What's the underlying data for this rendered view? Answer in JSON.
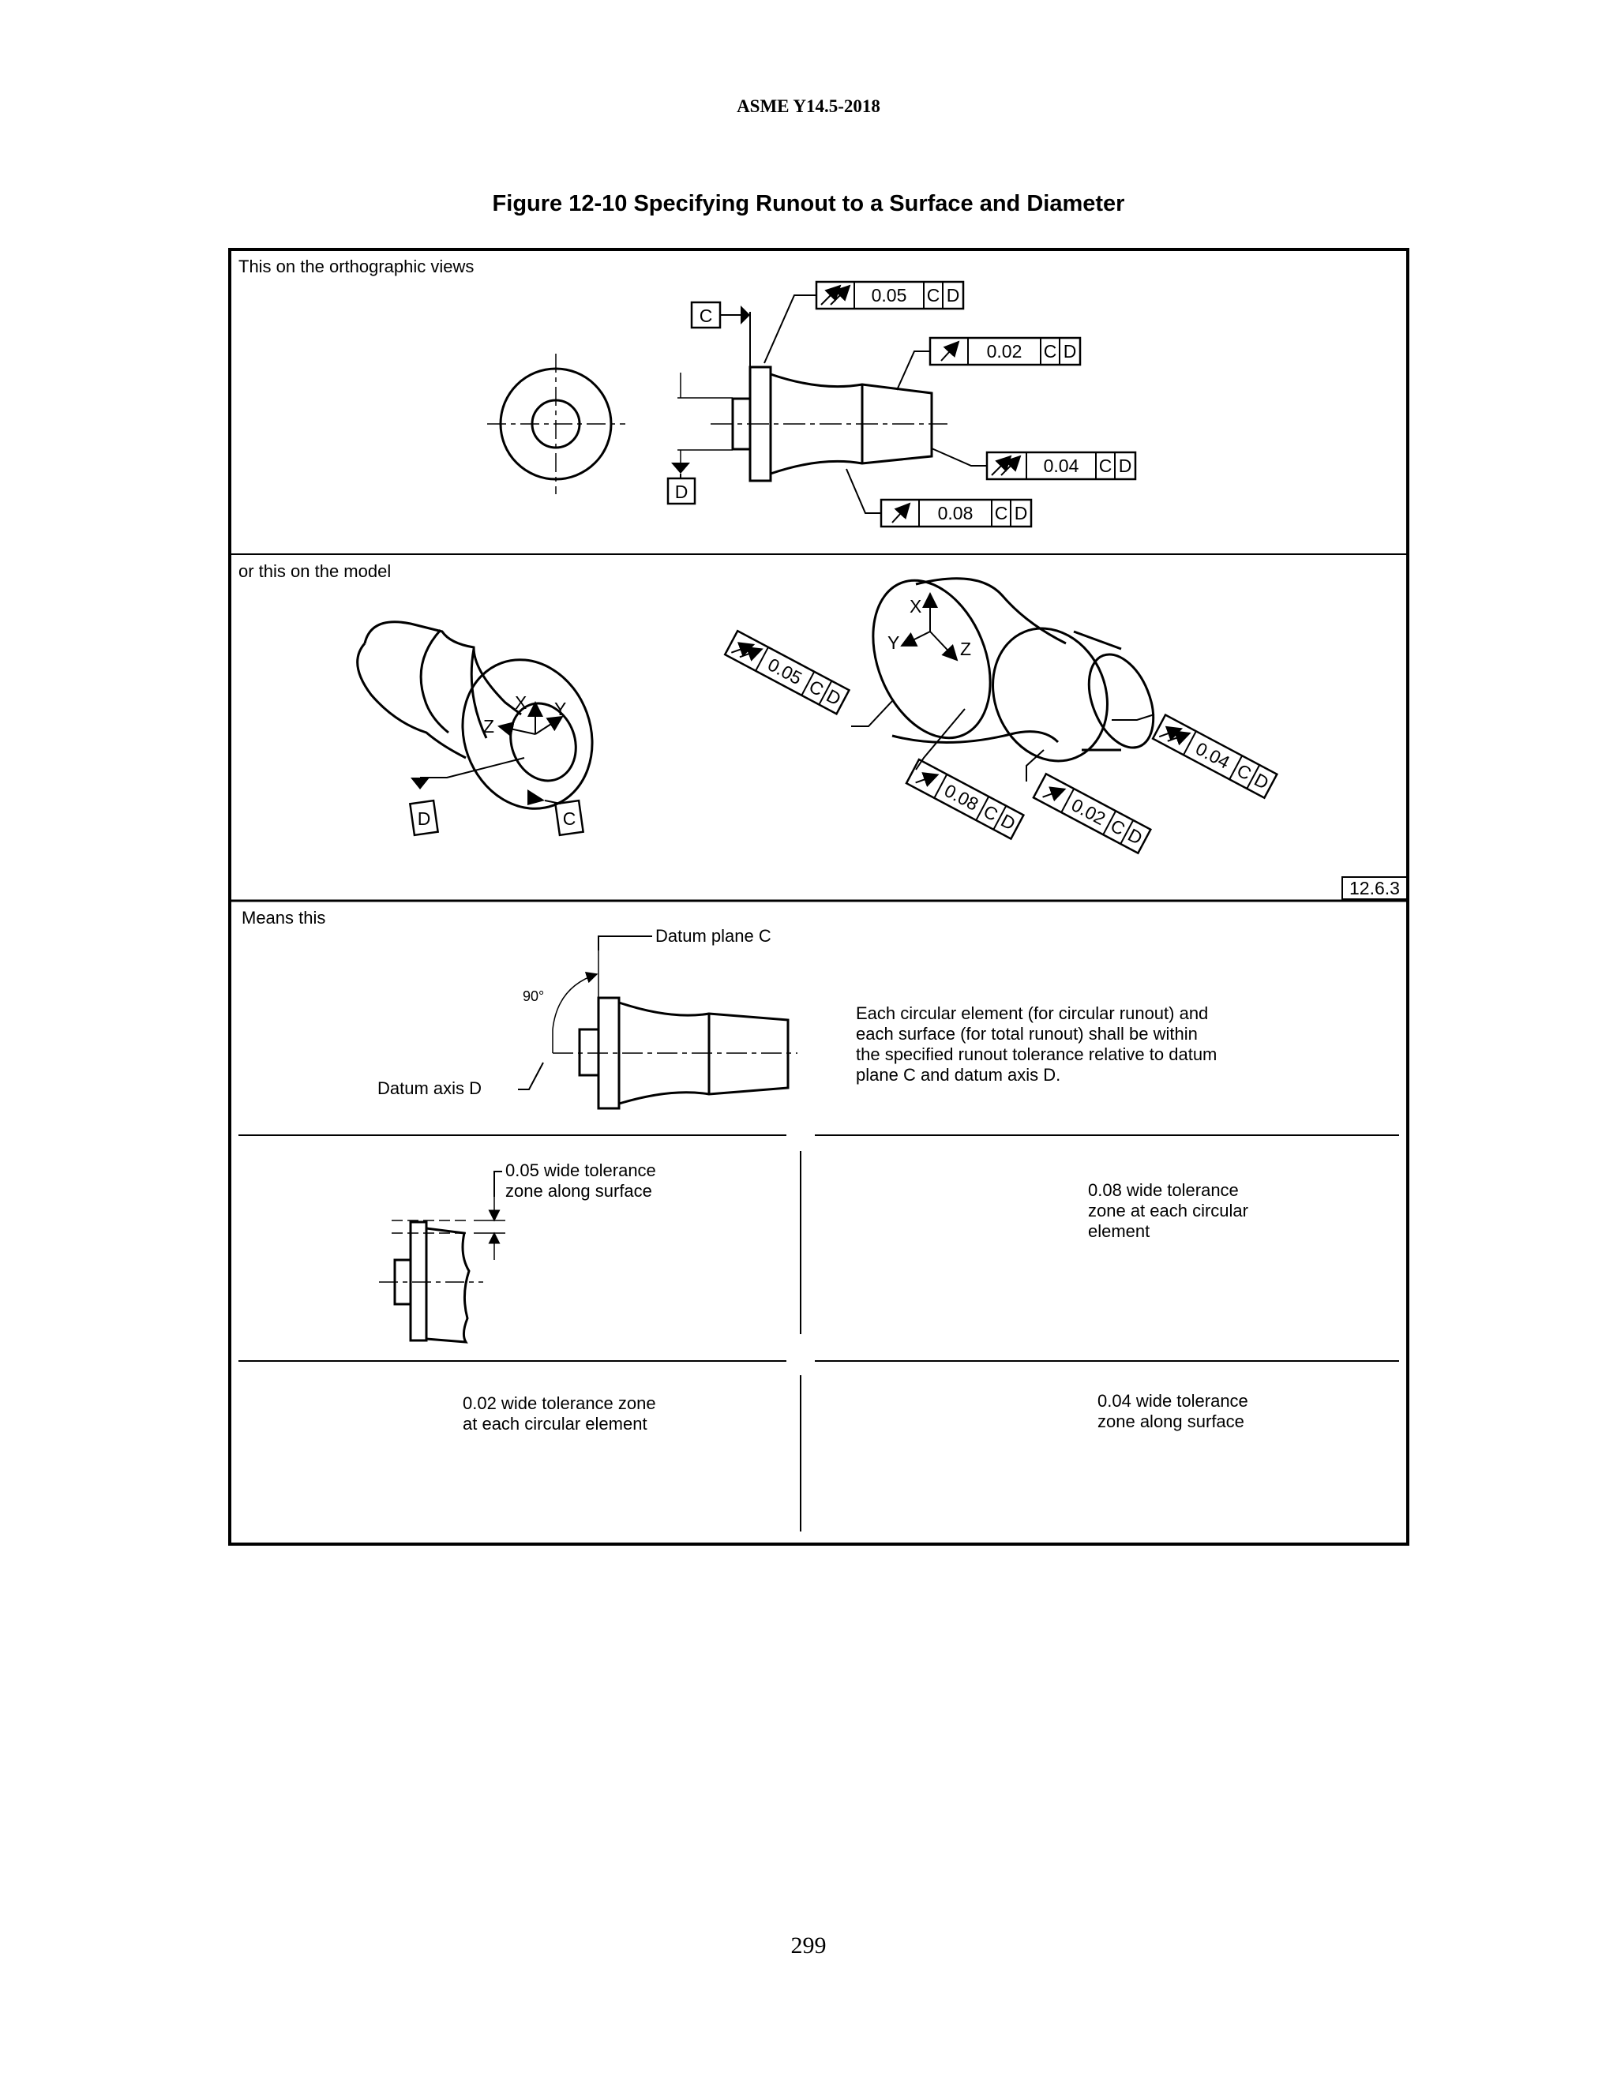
{
  "header": {
    "running_head": "ASME Y14.5-2018"
  },
  "figure": {
    "title": "Figure  12-10 Specifying  Runout  to  a  Surface  and  Diameter"
  },
  "panels": {
    "ortho": {
      "caption": "This  on  the  orthographic  views",
      "datum_c": "C",
      "datum_d": "D",
      "fcf": [
        {
          "symbol": "total-runout",
          "tolerance": "0.05",
          "datums": [
            "C",
            "D"
          ]
        },
        {
          "symbol": "circular-runout",
          "tolerance": "0.02",
          "datums": [
            "C",
            "D"
          ]
        },
        {
          "symbol": "total-runout",
          "tolerance": "0.04",
          "datums": [
            "C",
            "D"
          ]
        },
        {
          "symbol": "circular-runout",
          "tolerance": "0.08",
          "datums": [
            "C",
            "D"
          ]
        }
      ]
    },
    "model": {
      "caption": "or  this  on  the  model",
      "axes": {
        "x": "X",
        "y": "Y",
        "z": "Z"
      },
      "datum_c": "C",
      "datum_d": "D",
      "reference": "12.6.3",
      "fcf": [
        {
          "symbol": "total-runout",
          "tolerance": "0.05",
          "datums": [
            "C",
            "D"
          ]
        },
        {
          "symbol": "circular-runout",
          "tolerance": "0.08",
          "datums": [
            "C",
            "D"
          ]
        },
        {
          "symbol": "circular-runout",
          "tolerance": "0.02",
          "datums": [
            "C",
            "D"
          ]
        },
        {
          "symbol": "total-runout",
          "tolerance": "0.04",
          "datums": [
            "C",
            "D"
          ]
        }
      ]
    },
    "means": {
      "caption": "Means  this",
      "datum_plane_label": "Datum  plane  C",
      "angle_label": "90°",
      "datum_axis_label": "Datum  axis  D",
      "description": "Each  circular  element  (for  circular  runout) and\neach  surface  (for  total  runout)  shall  be  within\nthe  specified  runout  tolerance  relative  to  datum\nplane  C  and  datum  axis  D.",
      "detail_005": "0.05  wide  tolerance\nzone  along  surface",
      "detail_008": "0.08  wide  tolerance\nzone  at  each  circular\nelement",
      "detail_002": "0.02  wide  tolerance  zone\nat  each  circular  element",
      "detail_004": "0.04  wide  tolerance\nzone  along  surface"
    }
  },
  "footer": {
    "page_number": "299"
  }
}
